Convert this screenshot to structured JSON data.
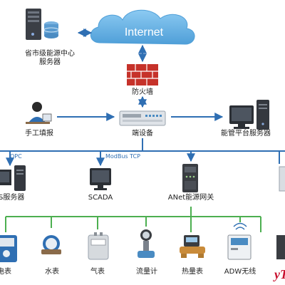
{
  "cloud": {
    "label": "Internet"
  },
  "nodes": {
    "provincial_server": "省市级能源中心\n服务器",
    "firewall": "防火墙",
    "manual_entry": "手工填报",
    "terminal": "端设备",
    "energy_platform": "能管平台服务器",
    "opc_server": "S服务器",
    "scada": "SCADA",
    "anet_gateway": "ANet能源网关"
  },
  "links": {
    "opc": "OPC",
    "modbus": "ModBus TCP"
  },
  "meters": [
    {
      "label": "电表"
    },
    {
      "label": "水表"
    },
    {
      "label": "气表"
    },
    {
      "label": "流量计"
    },
    {
      "label": "热量表"
    },
    {
      "label": "ADW无线"
    }
  ],
  "logo": {
    "text": "yT",
    "color": "#c8102e"
  },
  "colors": {
    "blue_line": "#2f6fb3",
    "green_line": "#4caf50",
    "cloud": "#6fb6ea"
  }
}
